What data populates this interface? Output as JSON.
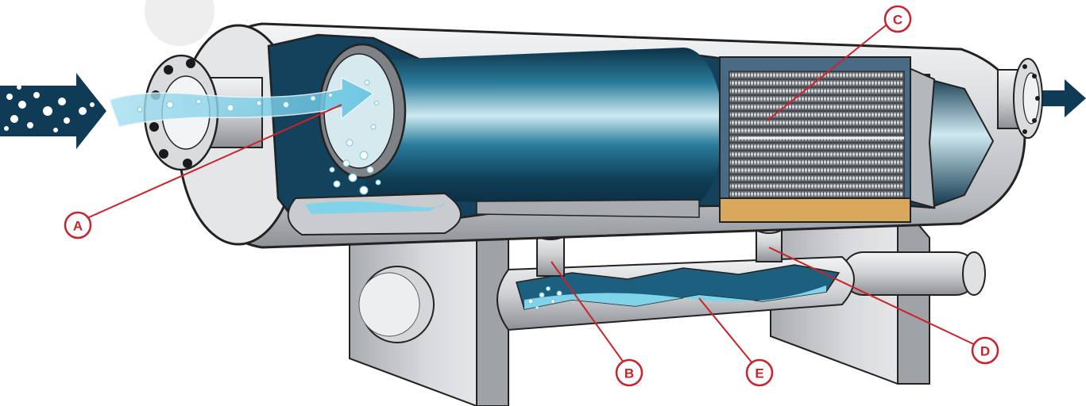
{
  "colors": {
    "callout": "#cc2229",
    "fluid_dark": "#123f57",
    "fluid_mid": "#1d6a8a",
    "liquid": "#7fd4ea",
    "shell_light": "#e9eaec",
    "shell_mid": "#c4c6ca",
    "shell_dark": "#7e8186",
    "filter_base": "#d9a85c",
    "flow_arrow": "#0f3b57"
  },
  "labels": {
    "a": "A",
    "b": "B",
    "c": "C",
    "d": "D",
    "e": "E"
  }
}
